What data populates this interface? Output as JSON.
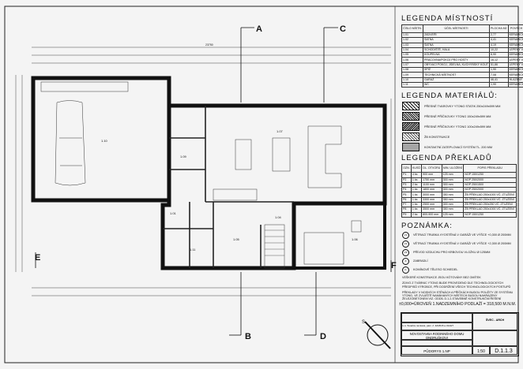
{
  "sections": {
    "a": "A",
    "b": "B",
    "c": "C",
    "d": "D",
    "e": "E",
    "f": "F",
    "north": "S"
  },
  "level_note": "±0,000=ÚROVEŇ 1.NADZEMNÍHO PODLAŽÍ = 318,500 M.N.M.",
  "rooms_legend": {
    "title": "LEGENDA MÍSTNOSTÍ",
    "headers": [
      "ČÍSLO MÍSTN.",
      "ÚČEL MÍSTNOSTI",
      "PLOCHA M2",
      "POVRCH PODLAHY"
    ],
    "rows": [
      [
        "1.01",
        "ZÁDVEŘÍ",
        "2,77",
        "KERAMICKÁ DLAŽBA"
      ],
      [
        "1.02",
        "ŠATNA",
        "4,41",
        "KERAMICKÁ DLAŽBA"
      ],
      [
        "1.03",
        "ŠATNA",
        "4,19",
        "KERAMICKÁ DLAŽBA"
      ],
      [
        "1.04",
        "SCHODIŠTĚ, HALA",
        "10,22",
        "LEPENÝ VINYL"
      ],
      [
        "1.05",
        "KOUPELNA",
        "6,90",
        "KERAMICKÁ DLAŽBA"
      ],
      [
        "1.06",
        "PRACOVNA/POKOJ PRO HOSTY",
        "16,12",
        "LEPENÝ VINYL"
      ],
      [
        "1.07",
        "OBÝVACÍ POKOJ, JÍDELNA, KUCHYŇSKÝ KOUT",
        "51,86",
        "LEPENÝ VINYL"
      ],
      [
        "1.08",
        "SPÍŽ",
        "1,90",
        "KERAMICKÁ DLAŽBA"
      ],
      [
        "1.09",
        "TECHNICKÁ MÍSTNOST",
        "7,08",
        "KERAMICKÁ DLAŽBA"
      ],
      [
        "1.10",
        "GARÁŽ",
        "46,41",
        "HLAZENÝ BETON"
      ],
      [
        "1.11",
        "WC",
        "1,90",
        "KERAMICKÁ DLAŽBA"
      ]
    ]
  },
  "materials_legend": {
    "title": "LEGENDA MATERIÁLŮ:",
    "items": [
      {
        "label": "PŘESNÉ TVAROVKY YTONG STATIK 250x249x599 MM",
        "pattern": "hatch"
      },
      {
        "label": "PŘESNÉ PŘÍČKOVKY YTONG 150x249x599 MM",
        "pattern": "cross"
      },
      {
        "label": "PŘESNÉ PŘÍČKOVKY YTONG 100x249x599 MM",
        "pattern": "dense"
      },
      {
        "label": "ŽB KONSTRUKCE",
        "pattern": "diag"
      },
      {
        "label": "KONTAKTNÍ ZATEPLOVACÍ SYSTÉM TL. 200 MM",
        "pattern": "dots"
      }
    ]
  },
  "lintels_legend": {
    "title": "LEGENDA PŘEKLADŮ",
    "headers": [
      "OZN.",
      "KUSŮ",
      "DL. OTVORU",
      "MIN. ULOŽENÍ",
      "POPIS PŘEKLADU"
    ],
    "rows": [
      [
        "P1",
        "4 ks",
        "900 mm",
        "125 mm",
        "NOP 150/1250"
      ],
      [
        "P2",
        "1 ks",
        "1750 mm",
        "300 mm",
        "NOP 250/2000"
      ],
      [
        "P3",
        "2 ks",
        "1100 mm",
        "300 mm",
        "NOP 250/1500"
      ],
      [
        "P4",
        "1 ks",
        "1800 mm",
        "300 mm",
        "NOP 250/2000"
      ],
      [
        "P5",
        "1 ks",
        "3000 mm",
        "350 mm",
        "ŽB PŘEKLAD 250x1000 VČ. ZTUŽENÍ"
      ],
      [
        "P6",
        "1 ks",
        "3300 mm",
        "350 mm",
        "ŽB PŘEKLAD 250x1000 VČ. ZTUŽENÍ"
      ],
      [
        "P7",
        "1 ks",
        "2500 mm",
        "300 mm",
        "ŽB PŘEKLAD 250x250 VČ. ZTUŽENÍ"
      ],
      [
        "P8",
        "1 ks",
        "3500 mm",
        "350 mm",
        "ŽB PŘEKLAD 250x1000 VČ. ZTUŽENÍ"
      ],
      [
        "P9",
        "2 ks",
        "800-900 mm",
        "125 mm",
        "NOP 150/1250"
      ]
    ]
  },
  "notes": {
    "title": "POZNÁMKA:",
    "items": [
      {
        "mark": "V1",
        "text": "VĚTRACÍ TRUBKA VYOSTĚNÁ V GARÁŽI VE VÝŠCE +0,300 Ø 200MM"
      },
      {
        "mark": "V2",
        "text": "VĚTRACÍ TRUBKA VYOSTĚNÁ V GARÁŽI VE VÝŠCE +2,300 Ø 200MM"
      },
      {
        "mark": "V3",
        "text": "PŘÍVOD VZDUCHU PRO KRBOVOU VLOŽKU Ø 125MM"
      },
      {
        "mark": "Z",
        "text": "ZABRADLÍ"
      },
      {
        "mark": "K",
        "text": "KOMÍNOVÉ TĚLESO SCHIEDEL"
      }
    ],
    "paragraphs": [
      "VEŠKERÉ KONSTRUKCE JSOU KÓTOVÁNY BEZ OMÍTEK",
      "ZDIVO Z TVÁRNIC YTONG BUDE PROVEDENO DLE TECHNOLOGICKÝCH PŘEDPISŮ VÝROBCE, PŘI DODRŽENÍ VŠECH TECHNOLOGICKÝCH POSTUPŮ",
      "PŘEKLADY V NOSNÝCH STĚNÁCH A PŘÍČKÁCH BUDOU POUŽITY ZE SYSTÉMU YTONG, VE ZVLÁŠTĚ NAMÁHANÝCH MÍSTECH BUDOU NAHRAZENY ŽELEZOBETONEM VIZ. ODDÍL D.1.2-STAVEBNĚ KONSTRUKČNÍ ŘEŠENÍ"
    ]
  },
  "title_block": {
    "project": "NOVOSTAVBA RODINNÉHO DOMU ONDRUŠKOVI",
    "location": "k.ú. Tovačov na Hané, parc. č. 3218/15 a 3144/7",
    "firm": "ŠVEC - ARCH",
    "drawing": "PŮDORYS 1.NP",
    "scale": "1:50",
    "number": "D.1.1.3"
  },
  "plan_labels": {
    "garage": "1.10",
    "living": "1.07",
    "hall": "1.04",
    "room": "1.06",
    "bath": "1.05",
    "tech": "1.09",
    "wc": "1.11",
    "entry": "1.01",
    "dim_total": "23750"
  }
}
